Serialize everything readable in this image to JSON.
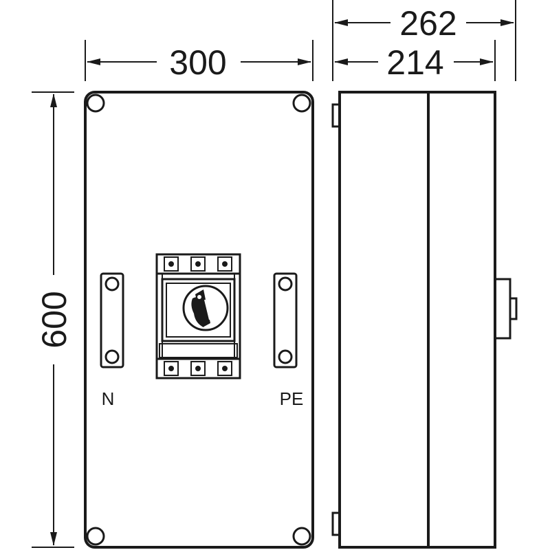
{
  "dimensions": {
    "front_width": "300",
    "side_total_depth": "262",
    "side_body_depth": "214",
    "height": "600"
  },
  "labels": {
    "neutral": "N",
    "protective_earth": "PE"
  },
  "colors": {
    "line": "#1a1a1a",
    "background": "#ffffff"
  }
}
